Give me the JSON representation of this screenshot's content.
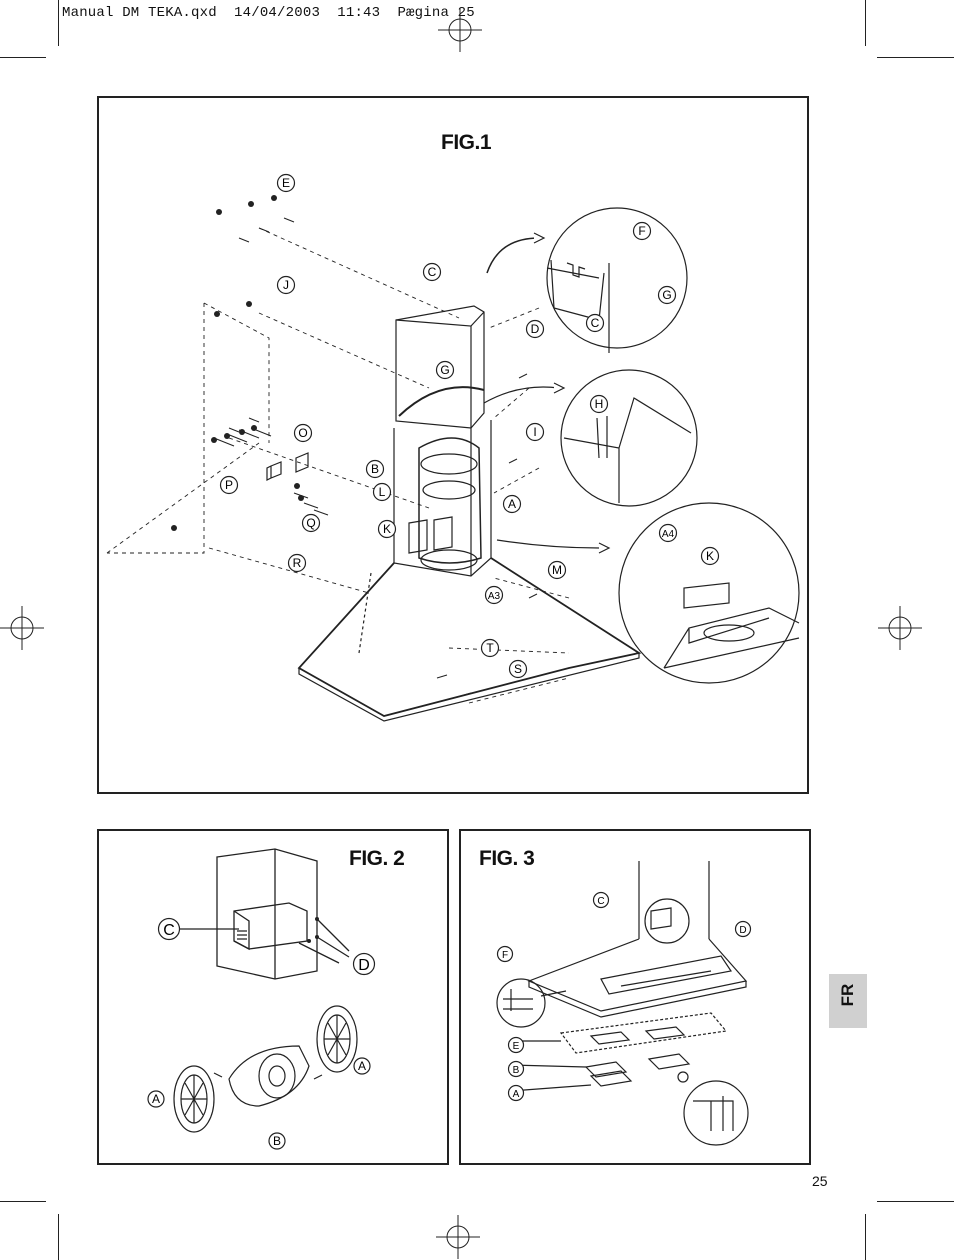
{
  "header": {
    "text": "Manual DM TEKA.qxd  14/04/2003  11:43  Pægina 25"
  },
  "fig1": {
    "title": "FIG.1",
    "labels": {
      "E": "E",
      "J": "J",
      "C": "C",
      "D": "D",
      "G": "G",
      "O": "O",
      "P": "P",
      "B": "B",
      "L": "L",
      "Q": "Q",
      "K": "K",
      "R": "R",
      "A": "A",
      "I": "I",
      "M": "M",
      "A3": "A3",
      "T": "T",
      "S": "S",
      "F": "F",
      "G2": "G",
      "C2": "C",
      "H": "H",
      "A4": "A4",
      "K2": "K"
    }
  },
  "fig2": {
    "title": "FIG. 2",
    "labels": {
      "C": "C",
      "D": "D",
      "A1": "A",
      "A2": "A",
      "B": "B"
    }
  },
  "fig3": {
    "title": "FIG. 3",
    "labels": {
      "C": "C",
      "D": "D",
      "F": "F",
      "E": "E",
      "B": "B",
      "A": "A"
    }
  },
  "language_tab": "FR",
  "page_number": "25"
}
